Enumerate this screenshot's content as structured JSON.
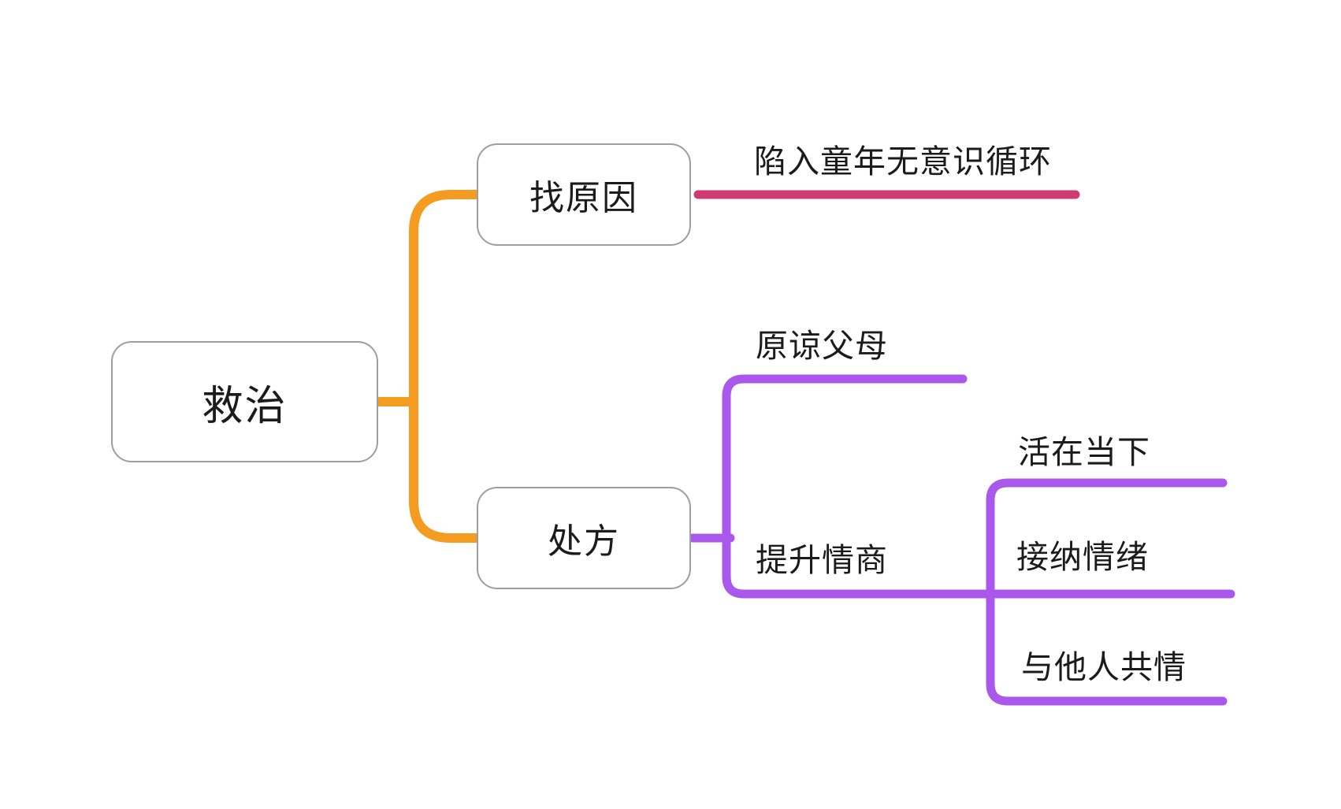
{
  "colors": {
    "orange": "#F39C1F",
    "pink": "#D03A72",
    "purple": "#AA58EB",
    "text": "#1B1B1B",
    "border": "#9E9E9E",
    "bg": "#FFFFFF"
  },
  "mindmap": {
    "root": {
      "label": "救治"
    },
    "branches": [
      {
        "label": "找原因",
        "connector_color": "#F39C1F",
        "children": [
          {
            "label": "陷入童年无意识循环",
            "line_color": "#D03A72"
          }
        ]
      },
      {
        "label": "处方",
        "connector_color": "#F39C1F",
        "children": [
          {
            "label": "原谅父母",
            "line_color": "#AA58EB"
          },
          {
            "label": "提升情商",
            "line_color": "#AA58EB",
            "children": [
              {
                "label": "活在当下",
                "line_color": "#AA58EB"
              },
              {
                "label": "接纳情绪",
                "line_color": "#AA58EB"
              },
              {
                "label": "与他人共情",
                "line_color": "#AA58EB"
              }
            ]
          }
        ]
      }
    ]
  }
}
